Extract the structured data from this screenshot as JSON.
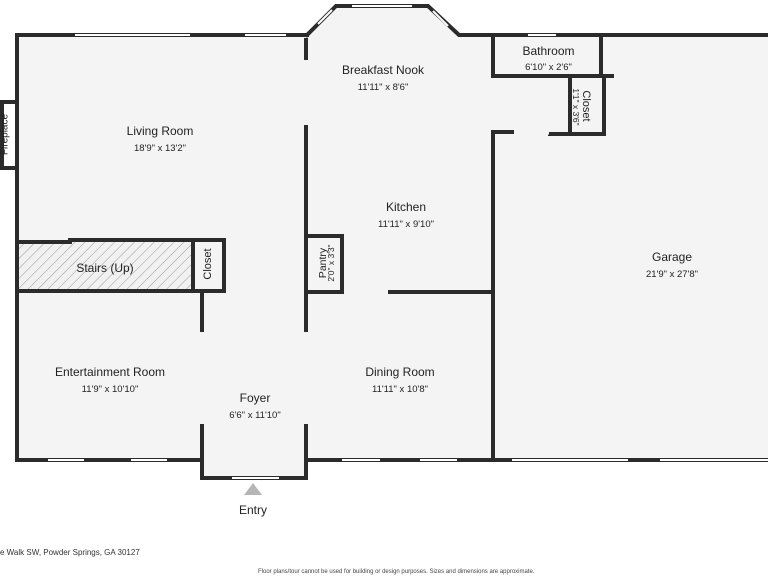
{
  "rooms": {
    "breakfast_nook": {
      "name": "Breakfast Nook",
      "dims": "11'11\" x 8'6\""
    },
    "bathroom": {
      "name": "Bathroom",
      "dims": "6'10\" x 2'6\""
    },
    "closet_upper": {
      "name": "Closet",
      "dims": "1'1\" x 3'6\""
    },
    "living_room": {
      "name": "Living Room",
      "dims": "18'9\" x 13'2\""
    },
    "fireplace": {
      "name": "Fireplace"
    },
    "kitchen": {
      "name": "Kitchen",
      "dims": "11'11\" x 9'10\""
    },
    "garage": {
      "name": "Garage",
      "dims": "21'9\" x 27'8\""
    },
    "stairs": {
      "name": "Stairs (Up)"
    },
    "closet_stairs": {
      "name": "Closet"
    },
    "pantry": {
      "name": "Pantry",
      "dims": "2'0\" x 3'3\""
    },
    "entertainment_room": {
      "name": "Entertainment Room",
      "dims": "11'9\" x 10'10\""
    },
    "foyer": {
      "name": "Foyer",
      "dims": "6'6\" x 11'10\""
    },
    "dining_room": {
      "name": "Dining Room",
      "dims": "11'11\" x 10'8\""
    }
  },
  "entry_label": "Entry",
  "footer": {
    "address": "e Walk SW, Powder Springs, GA 30127",
    "disclaimer": "Floor plans/tour cannot be used for building or design purposes. Sizes and dimensions are approximate."
  },
  "colors": {
    "wall": "#2b2b2b",
    "floor": "#f4f4f4",
    "window": "#ffffff",
    "entry_marker": "#b5b5b5"
  }
}
